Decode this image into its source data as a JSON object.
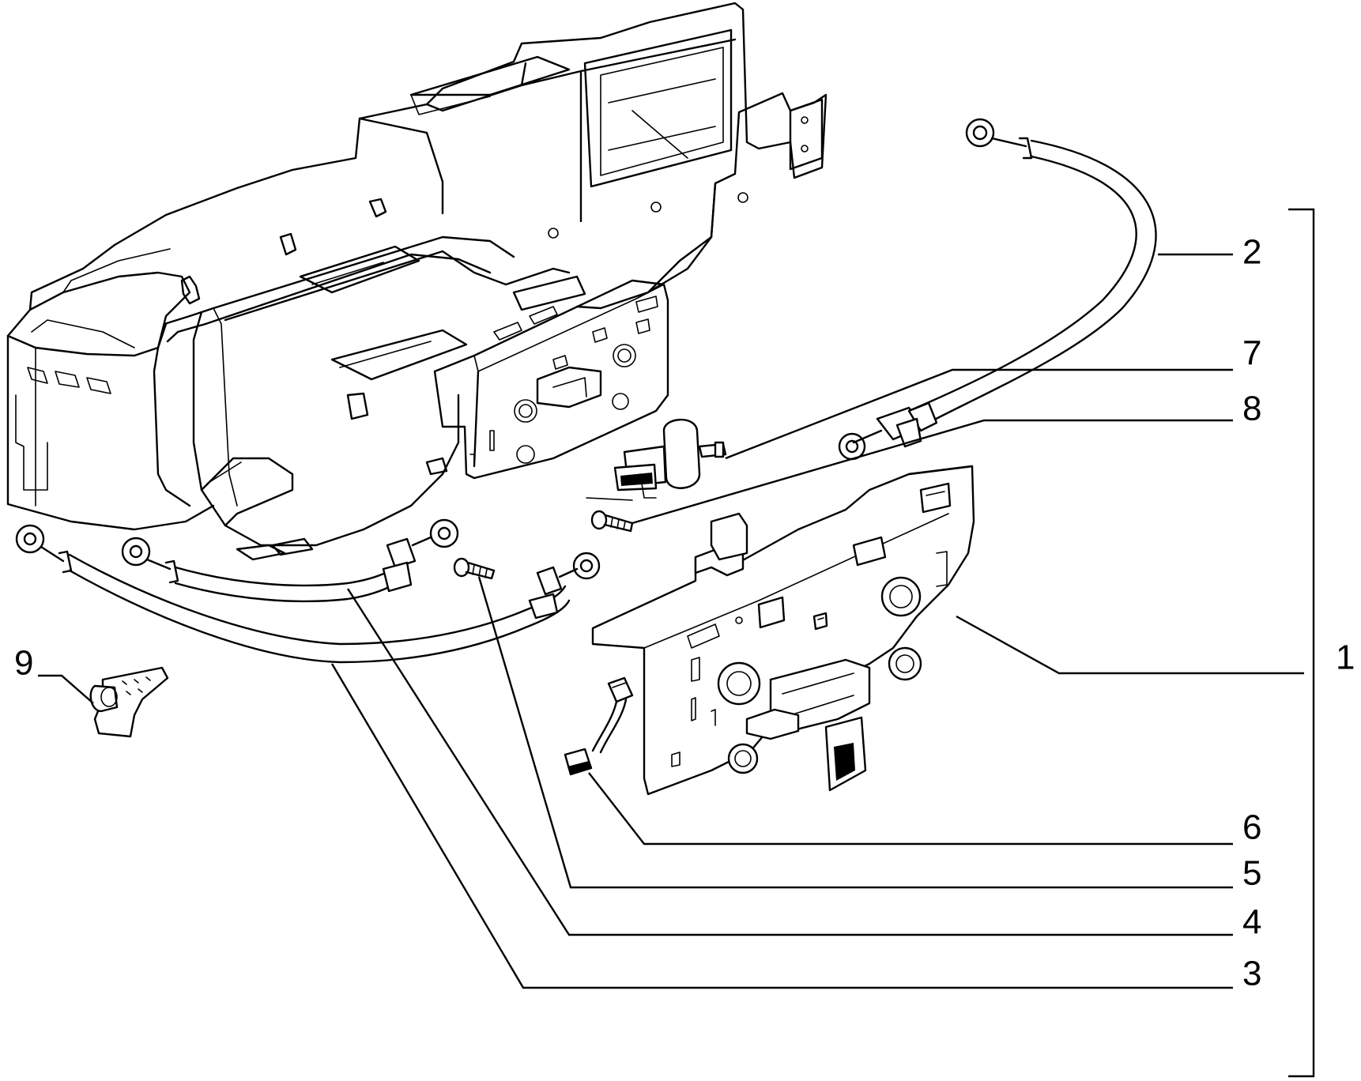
{
  "callouts": [
    {
      "id": "c2",
      "number": "2"
    },
    {
      "id": "c7",
      "number": "7"
    },
    {
      "id": "c8",
      "number": "8"
    },
    {
      "id": "c1",
      "number": "1"
    },
    {
      "id": "c9",
      "number": "9"
    },
    {
      "id": "c6",
      "number": "6"
    },
    {
      "id": "c5",
      "number": "5"
    },
    {
      "id": "c4",
      "number": "4"
    },
    {
      "id": "c3",
      "number": "3"
    }
  ]
}
